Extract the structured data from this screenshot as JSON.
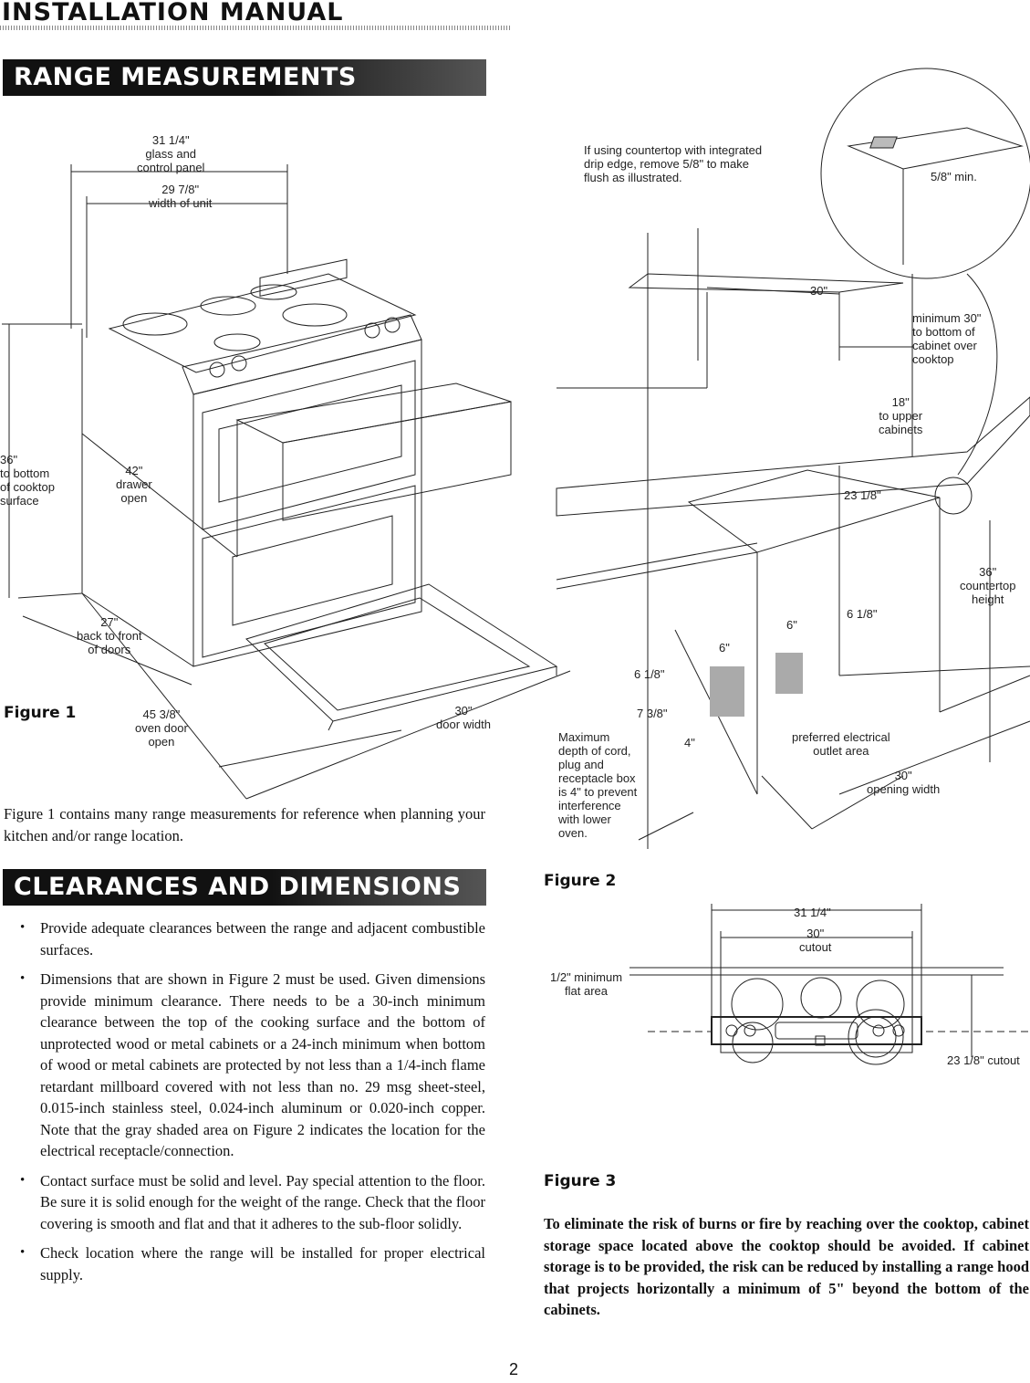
{
  "header": {
    "title": "INSTALLATION MANUAL"
  },
  "sections": {
    "range_measurements": "RANGE MEASUREMENTS",
    "clearances": "CLEARANCES AND DIMENSIONS"
  },
  "figure1": {
    "label": "Figure 1",
    "glass_panel": "31 1/4\"\nglass and\ncontrol panel",
    "width_unit": "29 7/8\"\nwidth of unit",
    "height": "36\"\nto bottom\nof cooktop\nsurface",
    "drawer": "42\"\ndrawer\nopen",
    "back_front": "27\"\nback to front\nof doors",
    "oven_door": "45 3/8\"\noven door\nopen",
    "door_width": "30\"\ndoor width"
  },
  "figure1_caption": "Figure 1 contains many range measurements for reference when planning your kitchen and/or range location.",
  "figure2": {
    "label": "Figure 2",
    "note": "If using countertop with integrated\ndrip edge, remove 5/8\" to make\nflush as illustrated.",
    "min": "5/8\" min.",
    "width30": "30\"",
    "min30": "minimum 30\"\nto bottom of\ncabinet over\ncooktop",
    "upper18": "18\"\nto upper\ncabinets",
    "d23": "23 1/8\"",
    "counter36": "36\"\ncountertop\nheight",
    "d6a": "6\"",
    "d618a": "6 1/8\"",
    "d6b": "6\"",
    "d618b": "6 1/8\"",
    "d738": "7 3/8\"",
    "d4": "4\"",
    "cord": "Maximum\ndepth of cord,\nplug and\nreceptacle box\nis 4\" to prevent\ninterference\nwith lower\noven.",
    "outlet": "preferred electrical\noutlet area",
    "opening": "30\"\nopening width"
  },
  "figure3": {
    "label": "Figure 3",
    "w3114": "31 1/4\"",
    "cutout30": "30\"\ncutout",
    "flat": "1/2\" minimum\nflat area",
    "cut2318": "23 1/8\" cutout"
  },
  "bullets": [
    "Provide adequate clearances between the range and adjacent combustible surfaces.",
    "Dimensions that are shown in Figure 2 must be used. Given dimensions provide minimum clearance. There needs to be a 30-inch minimum clearance between the top of the cooking surface and the bottom of unprotected wood or metal cabinets or a 24-inch minimum when bottom of wood or metal cabinets are protected by not less than a 1/4-inch flame retardant millboard covered with not less than no. 29 msg sheet-steel, 0.015-inch stainless steel, 0.024-inch aluminum or 0.020-inch copper. Note that the gray shaded area on Figure 2 indicates the location for the electrical receptacle/connection.",
    "Contact surface must be solid and level. Pay special attention to the floor. Be sure it is solid enough for the weight of the range. Check that the floor covering is smooth and flat and that it adheres to the sub-floor solidly.",
    "Check location where the range will be installed for proper electrical supply."
  ],
  "warning": "To eliminate the risk of burns or fire by reaching over the cooktop, cabinet storage space located above the cooktop should be avoided. If cabinet storage is to be provided, the risk can be reduced by installing a range hood that projects horizontally a minimum of 5\" beyond the bottom of the cabinets.",
  "page_number": "2"
}
